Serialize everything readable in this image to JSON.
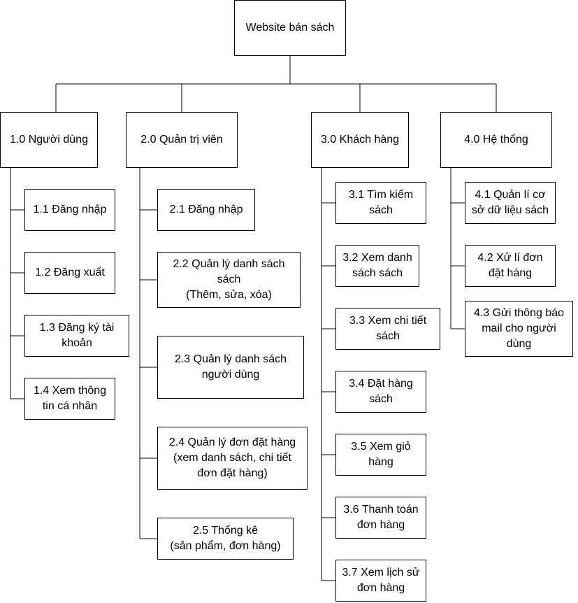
{
  "root": {
    "label": "Website bán sách"
  },
  "groups": [
    {
      "label": "1.0 Người dùng",
      "items": [
        "1.1 Đăng nhập",
        "1.2 Đăng xuất",
        "1.3 Đăng ký tài\nkhoản",
        "1.4 Xem thông\ntin cá nhân"
      ]
    },
    {
      "label": "2.0 Quản trị viên",
      "items": [
        "2.1 Đăng nhập",
        "2.2 Quản lý danh sách\nsách\n(Thêm, sửa, xóa)",
        "2.3 Quản lý danh sách\nngười dùng",
        "2.4 Quản lý đơn đặt hàng\n(xem danh sách, chi tiết\nđơn đặt hàng)",
        "2.5 Thống kê\n(sản phẩm, đơn hàng)"
      ]
    },
    {
      "label": "3.0 Khách hàng",
      "items": [
        "3.1 Tìm kiếm\nsách",
        "3.2 Xem danh\nsách sách",
        "3.3 Xem chi tiết\nsách",
        "3.4 Đặt hàng\nsách",
        "3.5 Xem giỏ\nhàng",
        "3.6 Thanh toán\nđơn hàng",
        "3.7 Xem lịch sử\nđơn hàng"
      ]
    },
    {
      "label": "4.0 Hệ thống",
      "items": [
        "4.1 Quản lí cơ\nsở dữ liệu sách",
        "4.2 Xử lí đơn\nđặt hàng",
        "4.3 Gửi thông báo\nmail cho người\ndùng"
      ]
    }
  ]
}
